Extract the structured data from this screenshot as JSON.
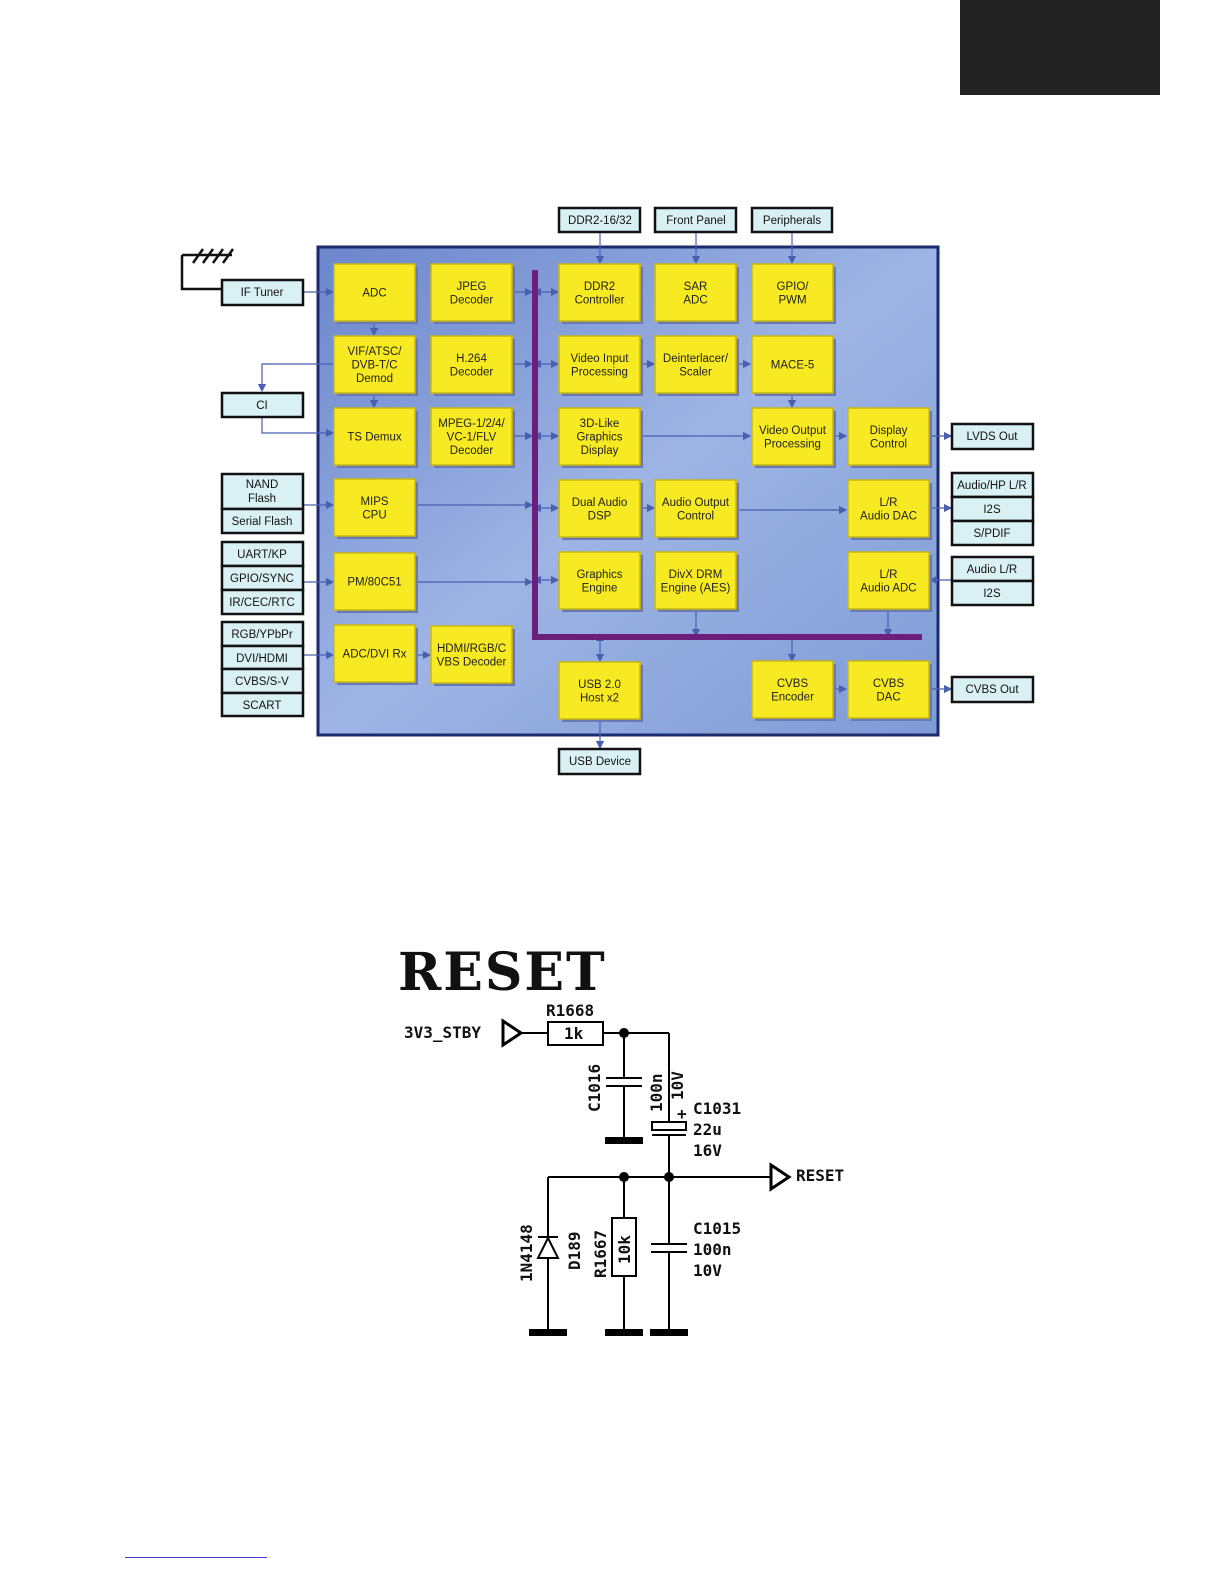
{
  "block_diagram": {
    "chip_blocks": [
      {
        "id": "adc",
        "lines": [
          "ADC"
        ]
      },
      {
        "id": "jpeg",
        "lines": [
          "JPEG",
          "Decoder"
        ]
      },
      {
        "id": "ddr2",
        "lines": [
          "DDR2",
          "Controller"
        ]
      },
      {
        "id": "sar",
        "lines": [
          "SAR",
          "ADC"
        ]
      },
      {
        "id": "gpio",
        "lines": [
          "GPIO/",
          "PWM"
        ]
      },
      {
        "id": "vif",
        "lines": [
          "VIF/ATSC/",
          "DVB-T/C",
          "Demod"
        ]
      },
      {
        "id": "h264",
        "lines": [
          "H.264",
          "Decoder"
        ]
      },
      {
        "id": "vip",
        "lines": [
          "Video Input",
          "Processing"
        ]
      },
      {
        "id": "deint",
        "lines": [
          "Deinterlacer/",
          "Scaler"
        ]
      },
      {
        "id": "mace",
        "lines": [
          "MACE-5"
        ]
      },
      {
        "id": "tsdemux",
        "lines": [
          "TS Demux"
        ]
      },
      {
        "id": "mpeg",
        "lines": [
          "MPEG-1/2/4/",
          "VC-1/FLV",
          "Decoder"
        ]
      },
      {
        "id": "gfx3d",
        "lines": [
          "3D-Like",
          "Graphics",
          "Display"
        ]
      },
      {
        "id": "vop",
        "lines": [
          "Video Output",
          "Processing"
        ]
      },
      {
        "id": "dispctl",
        "lines": [
          "Display",
          "Control"
        ]
      },
      {
        "id": "mips",
        "lines": [
          "MIPS",
          "CPU"
        ]
      },
      {
        "id": "dsp",
        "lines": [
          "Dual Audio",
          "DSP"
        ]
      },
      {
        "id": "aoc",
        "lines": [
          "Audio Output",
          "Control"
        ]
      },
      {
        "id": "dac",
        "lines": [
          "L/R",
          "Audio DAC"
        ]
      },
      {
        "id": "pm",
        "lines": [
          "PM/80C51"
        ]
      },
      {
        "id": "gfxeng",
        "lines": [
          "Graphics",
          "Engine"
        ]
      },
      {
        "id": "divx",
        "lines": [
          "DivX DRM",
          "Engine (AES)"
        ]
      },
      {
        "id": "aadc",
        "lines": [
          "L/R",
          "Audio ADC"
        ]
      },
      {
        "id": "adcdvi",
        "lines": [
          "ADC/DVI Rx"
        ]
      },
      {
        "id": "hdmidec",
        "lines": [
          "HDMI/RGB/C",
          "VBS Decoder"
        ]
      },
      {
        "id": "usb",
        "lines": [
          "USB 2.0",
          "Host x2"
        ]
      },
      {
        "id": "cvbsenc",
        "lines": [
          "CVBS",
          "Encoder"
        ]
      },
      {
        "id": "cvbsdac",
        "lines": [
          "CVBS",
          "DAC"
        ]
      }
    ],
    "external": {
      "ddr2_ext": "DDR2-16/32",
      "front_panel": "Front Panel",
      "peripherals": "Peripherals",
      "if_tuner": "IF Tuner",
      "ci": "CI",
      "nand_flash_1": "NAND",
      "nand_flash_2": "Flash",
      "serial_flash": "Serial Flash",
      "uart": "UART/KP",
      "gpio_sync": "GPIO/SYNC",
      "ir_cec": "IR/CEC/RTC",
      "rgb": "RGB/YPbPr",
      "dvi": "DVI/HDMI",
      "cvbs_sv": "CVBS/S-V",
      "scart": "SCART",
      "lvds_out": "LVDS Out",
      "audio_hp": "Audio/HP L/R",
      "i2s_out": "I2S",
      "spdif": "S/PDIF",
      "audio_lr_in": "Audio L/R",
      "i2s_in": "I2S",
      "cvbs_out": "CVBS Out",
      "usb_device": "USB Device"
    }
  },
  "schematic": {
    "title": "RESET",
    "input_net": "3V3_STBY",
    "output_net": "RESET",
    "r1668_ref": "R1668",
    "r1668_val": "1k",
    "c1016_ref": "C1016",
    "c1016_val": "100n",
    "c1016_volt": "10V",
    "c1031_ref": "C1031",
    "c1031_val": "22u",
    "c1031_volt": "16V",
    "d189_ref": "D189",
    "d189_part": "1N4148",
    "r1667_ref": "R1667",
    "r1667_val": "10k",
    "c1015_ref": "C1015",
    "c1015_val": "100n",
    "c1015_volt": "10V"
  },
  "colors": {
    "chip_background": "#7f9bd6",
    "block_fill": "#f7ea22",
    "bus": "#6b1f7a",
    "external_fill": "#d9f1f4"
  }
}
